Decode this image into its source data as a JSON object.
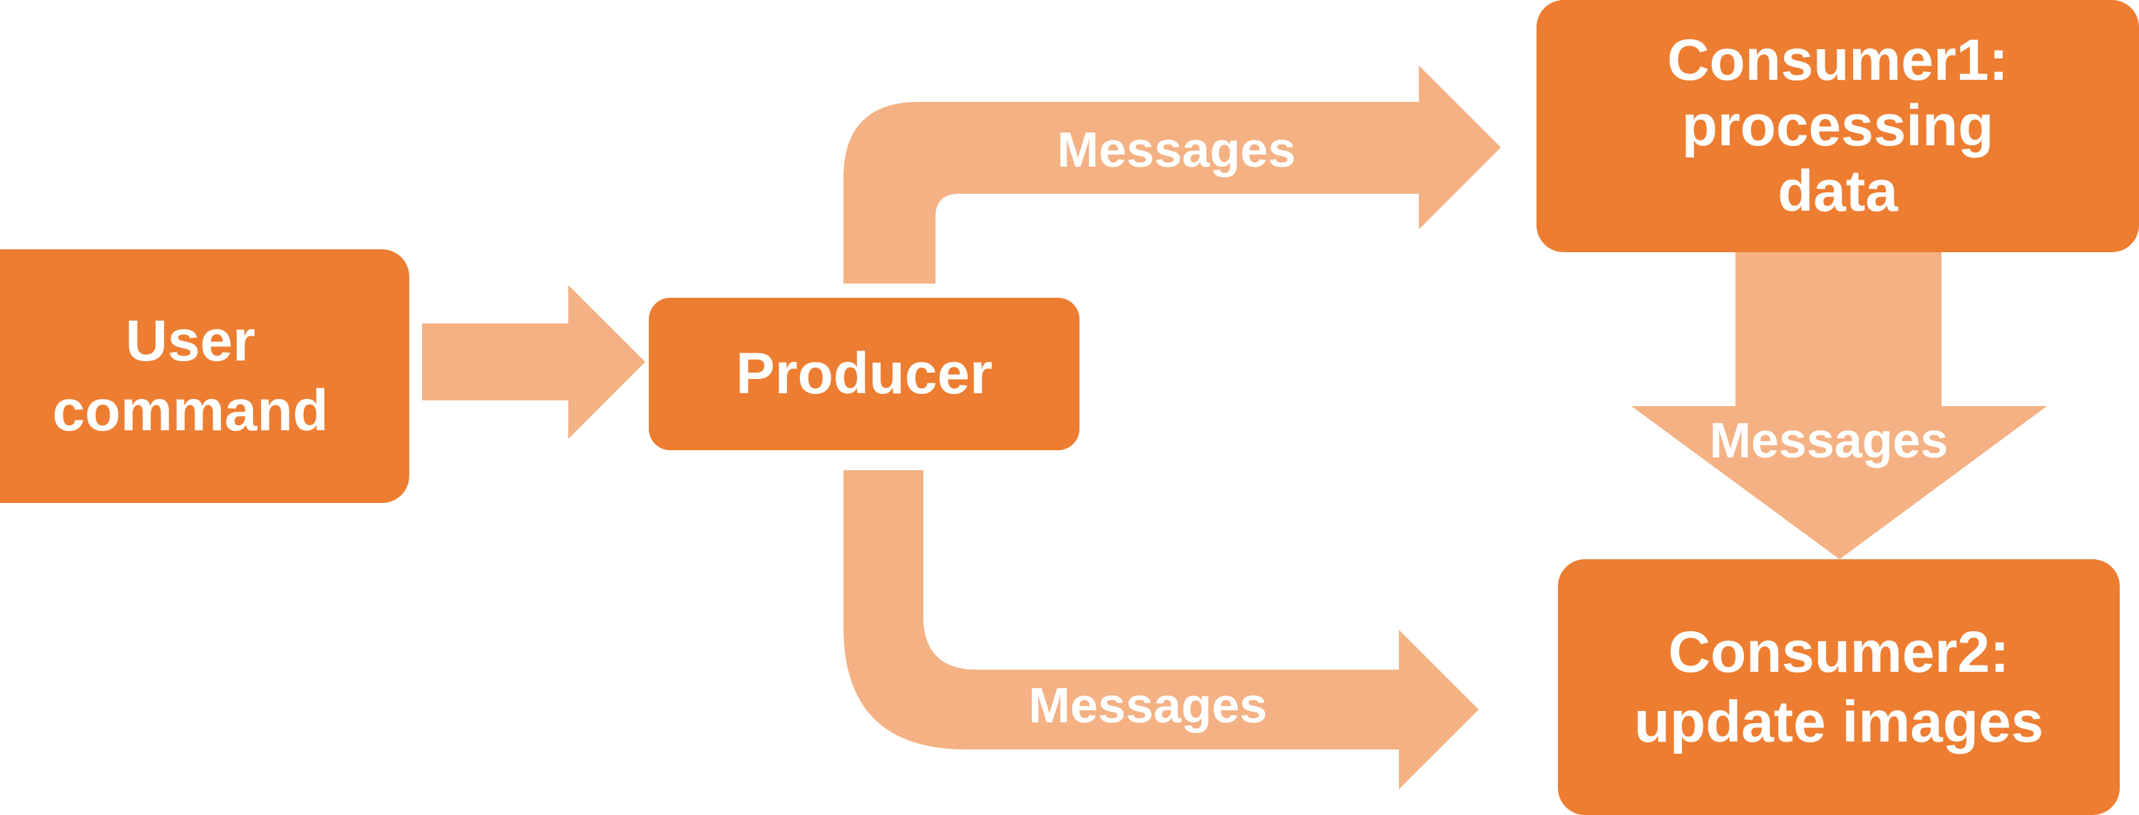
{
  "nodes": {
    "user": {
      "line1": "User",
      "line2": "command"
    },
    "producer": {
      "label": "Producer"
    },
    "consumer1": {
      "line1": "Consumer1:",
      "line2": "processing",
      "line3": "data"
    },
    "consumer2": {
      "line1": "Consumer2:",
      "line2": "update images"
    }
  },
  "arrows": {
    "producer_to_consumer1": "Messages",
    "producer_to_consumer2": "Messages",
    "consumer1_to_consumer2": "Messages"
  },
  "colors": {
    "node_fill": "#ED7D31",
    "arrow_fill": "#F4B183",
    "text": "#FFFFFF"
  }
}
